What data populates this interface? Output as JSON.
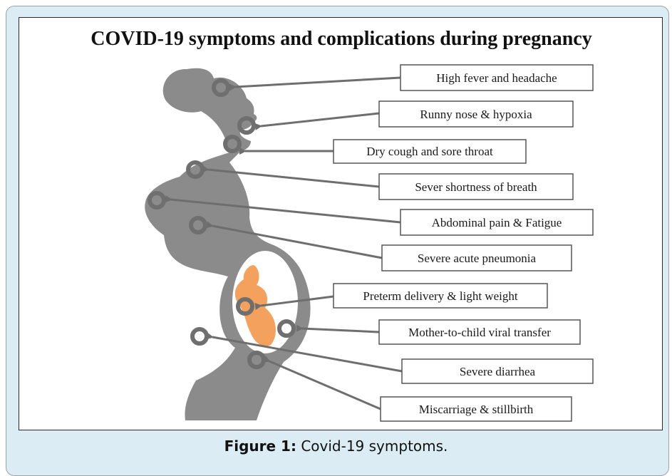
{
  "figure": {
    "title": "COVID-19 symptoms and complications during pregnancy",
    "labels": [
      "High fever and headache",
      "Runny nose & hypoxia",
      "Dry cough and sore throat",
      "Sever shortness of breath",
      "Abdominal pain & Fatigue",
      "Severe acute pneumonia",
      "Preterm delivery & light weight",
      "Mother-to-child viral transfer",
      "Severe diarrhea",
      "Miscarriage & stillbirth"
    ]
  },
  "caption": {
    "prefix": "Figure 1:",
    "text": " Covid-19 symptoms."
  },
  "colors": {
    "frame": "#dbecf4",
    "silhouette": "#8b8b8b",
    "fetus": "#f4a15d",
    "marker": "#6f6f6f",
    "arrow": "#6e6e6e"
  }
}
